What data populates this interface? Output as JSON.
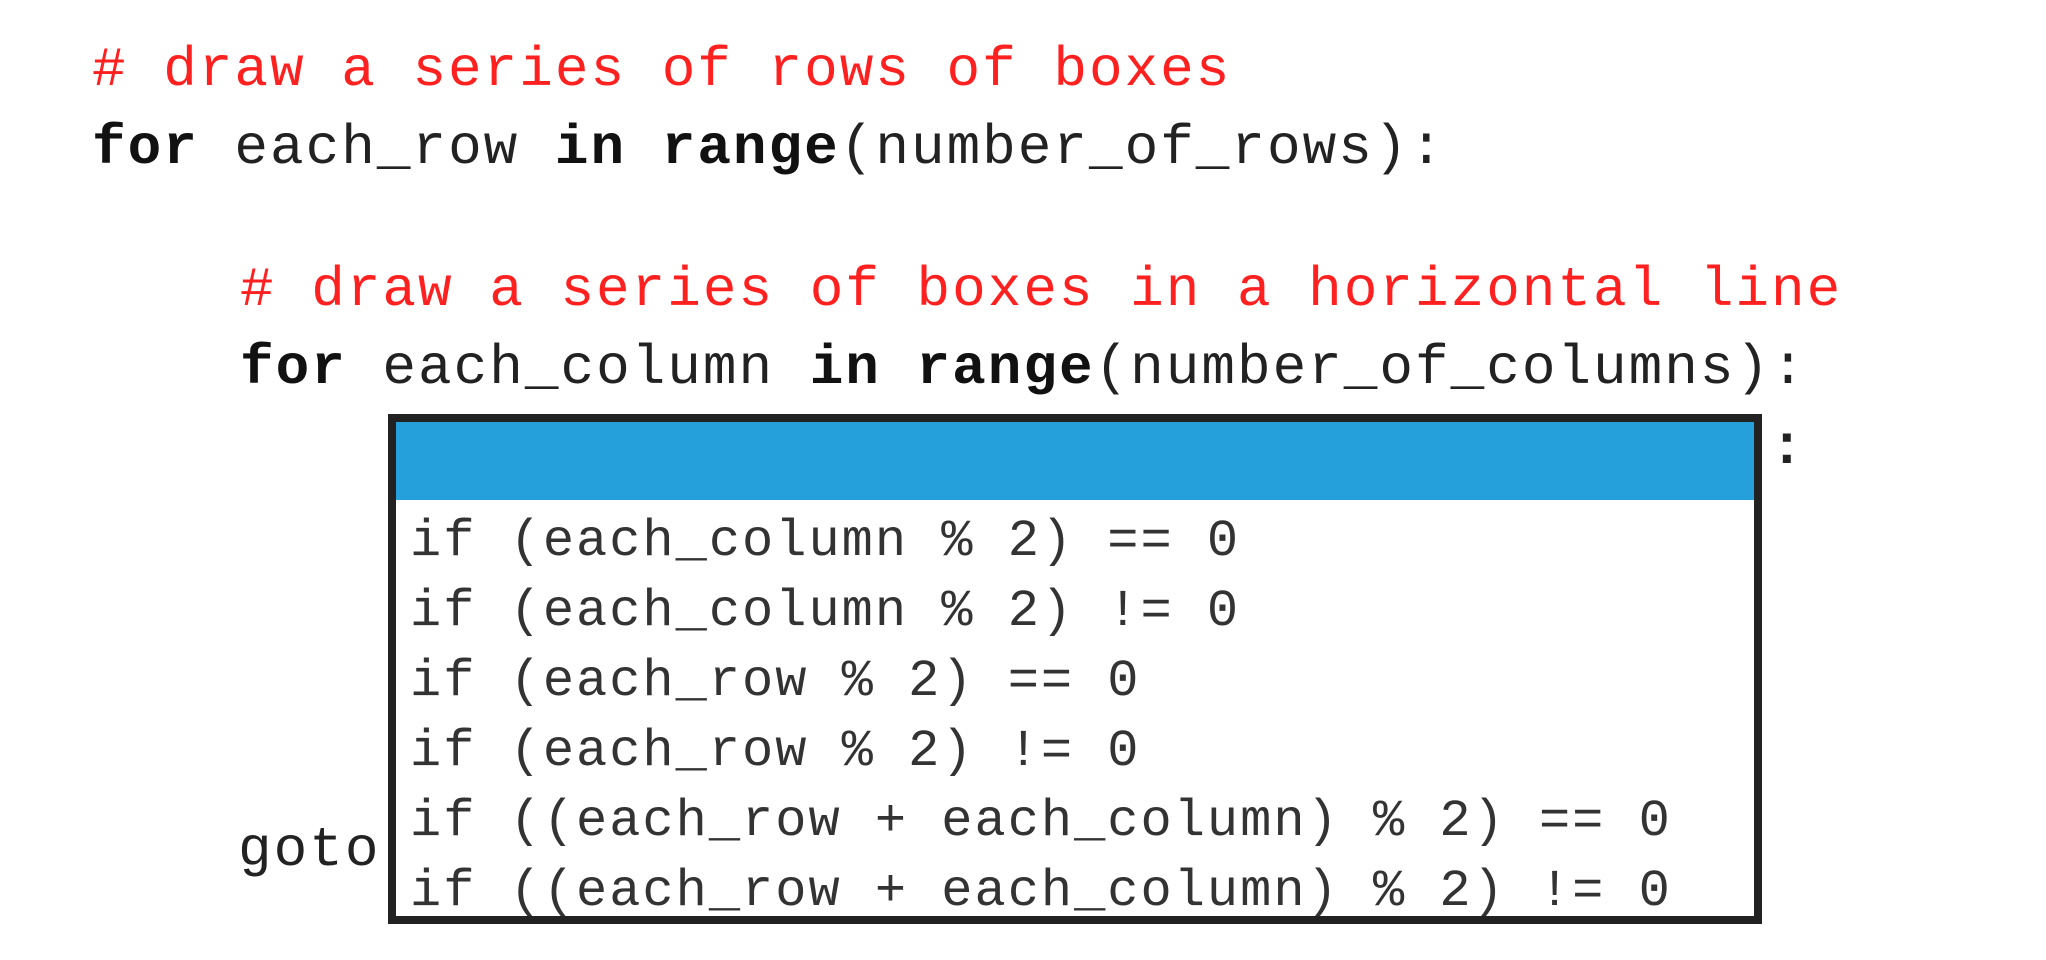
{
  "code": {
    "line1_comment": "# draw a series of rows of boxes",
    "line2": {
      "kw_for": "for",
      "var": " each_row ",
      "kw_in": "in",
      "space": " ",
      "kw_range": "range",
      "args": "(number_of_rows):"
    },
    "line3_comment": "# draw a series of boxes in a horizontal line",
    "line4": {
      "kw_for": "for",
      "var": " each_column ",
      "kw_in": "in",
      "space": " ",
      "kw_range": "range",
      "args": "(number_of_columns):"
    },
    "partial_goto": "goto",
    "trailing_colon": ":"
  },
  "dropdown": {
    "selected_value": "",
    "options": [
      "if (each_column % 2) == 0",
      "if (each_column % 2) != 0",
      "if (each_row % 2) == 0",
      "if (each_row % 2) != 0",
      "if ((each_row + each_column) % 2) == 0",
      "if ((each_row + each_column) % 2) != 0"
    ]
  },
  "colors": {
    "comment": "#ff2020",
    "selection": "#26a0da",
    "border": "#222222"
  }
}
